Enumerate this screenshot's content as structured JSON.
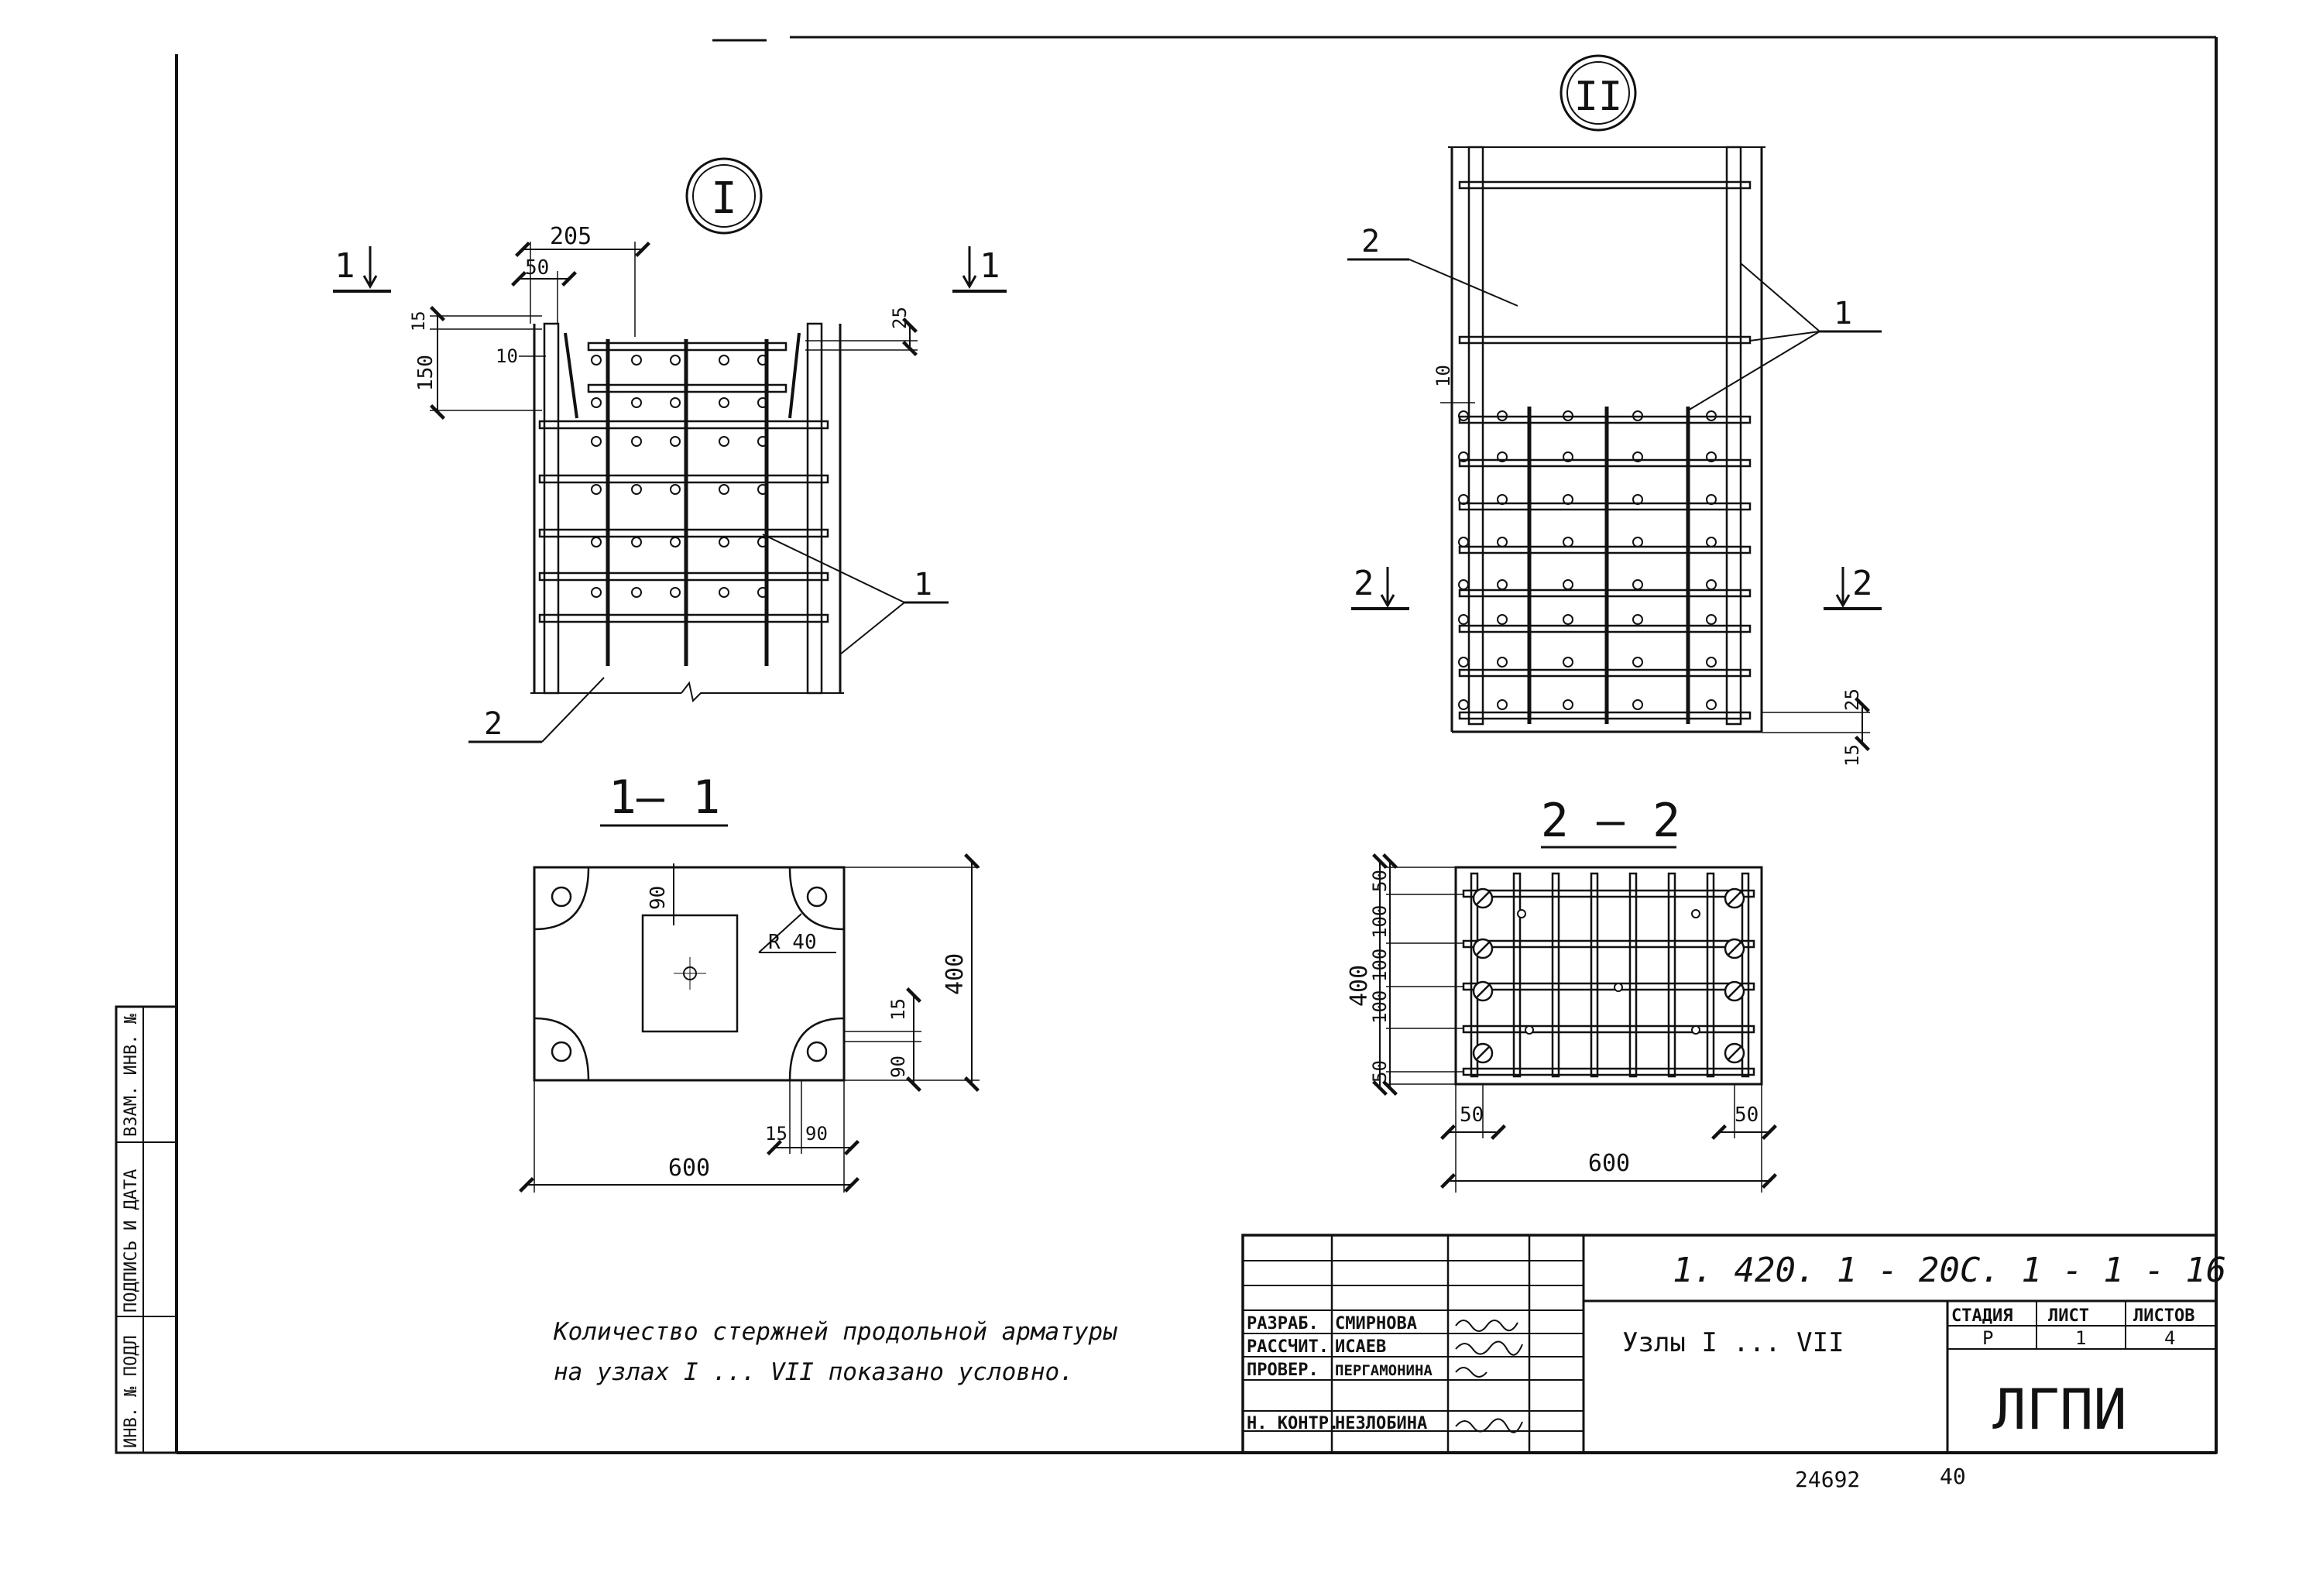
{
  "node_I": {
    "title": "I",
    "section_mark": "1",
    "dims": {
      "top_width": "205",
      "top_offset": "50",
      "left_top": "15",
      "left_height": "150",
      "left_gap": "10",
      "right_top": "25"
    },
    "callout_bars": "1",
    "callout_body": "2"
  },
  "node_II": {
    "title": "II",
    "section_mark": "2",
    "callout_body": "2",
    "callout_bars": "1",
    "dims": {
      "left_gap": "10",
      "bottom_a": "25",
      "bottom_b": "15"
    }
  },
  "section_1_1": {
    "title": "1— 1",
    "dims": {
      "plate_offset_top": "90",
      "radius": "R 40",
      "right_top": "15",
      "height": "400",
      "right_bottom": "90",
      "bottom_a": "15",
      "bottom_b": "90",
      "width": "600"
    }
  },
  "section_2_2": {
    "title": "2 – 2",
    "dims": {
      "height": "400",
      "left_1": "50",
      "left_2": "100",
      "left_3": "100",
      "left_4": "100",
      "left_5": "50",
      "bottom_left": "50",
      "bottom_right": "50",
      "width": "600"
    }
  },
  "note": {
    "line1": "Количество стержней продольной арматуры",
    "line2": "на узлах I ... VII показано условно."
  },
  "stamp": {
    "doc_code": "1. 420. 1 - 20С. 1 - 1 - 16",
    "sheet_title": "Узлы I ... VII",
    "stage_header": "СТАДИЯ",
    "sheet_header": "ЛИСТ",
    "sheets_header": "ЛИСТОВ",
    "stage": "Р",
    "sheet": "1",
    "sheets": "4",
    "org": "ЛГПИ",
    "roles": [
      "РАЗРАБ.",
      "РАССЧИТ.",
      "ПРОВЕР.",
      "Н. КОНТР."
    ],
    "names": [
      "СМИРНОВА",
      "ИСАЕВ",
      "ПЕРГАМОНИНА",
      "НЕЗЛОБИНА"
    ]
  },
  "side_block": {
    "inv_orig": "ИНВ. № ПОДЛ",
    "sign_date": "ПОДПИСЬ И ДАТА",
    "inv_replace": "ВЗАМ. ИНВ. №"
  },
  "footer": {
    "archive_no": "24692",
    "format": "40"
  }
}
